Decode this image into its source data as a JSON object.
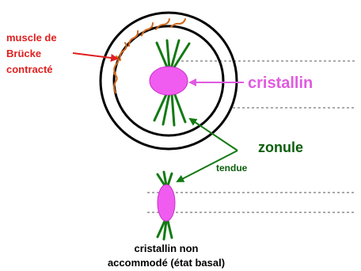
{
  "labels": {
    "muscle_line1": "muscle de",
    "muscle_line2": "Brücke",
    "muscle_line3": "contracté",
    "cristallin": "cristallin",
    "zonule": "zonule",
    "tendue": "tendue",
    "caption_line1": "cristallin non",
    "caption_line2": "accommodé (état basal)"
  },
  "colors": {
    "muscle_text": "#e01f1f",
    "muscle_arrow": "#e01f1f",
    "muscle_fibers": "#d2691e",
    "ring": "#000000",
    "lens_fill": "#f05cf0",
    "lens_stroke": "#c832c8",
    "cristallin_text": "#e05ae0",
    "zonule_color": "#137a13",
    "zonule_text": "#0b5e0b",
    "caption_text": "#000000",
    "dashed_lines": "#555555"
  }
}
